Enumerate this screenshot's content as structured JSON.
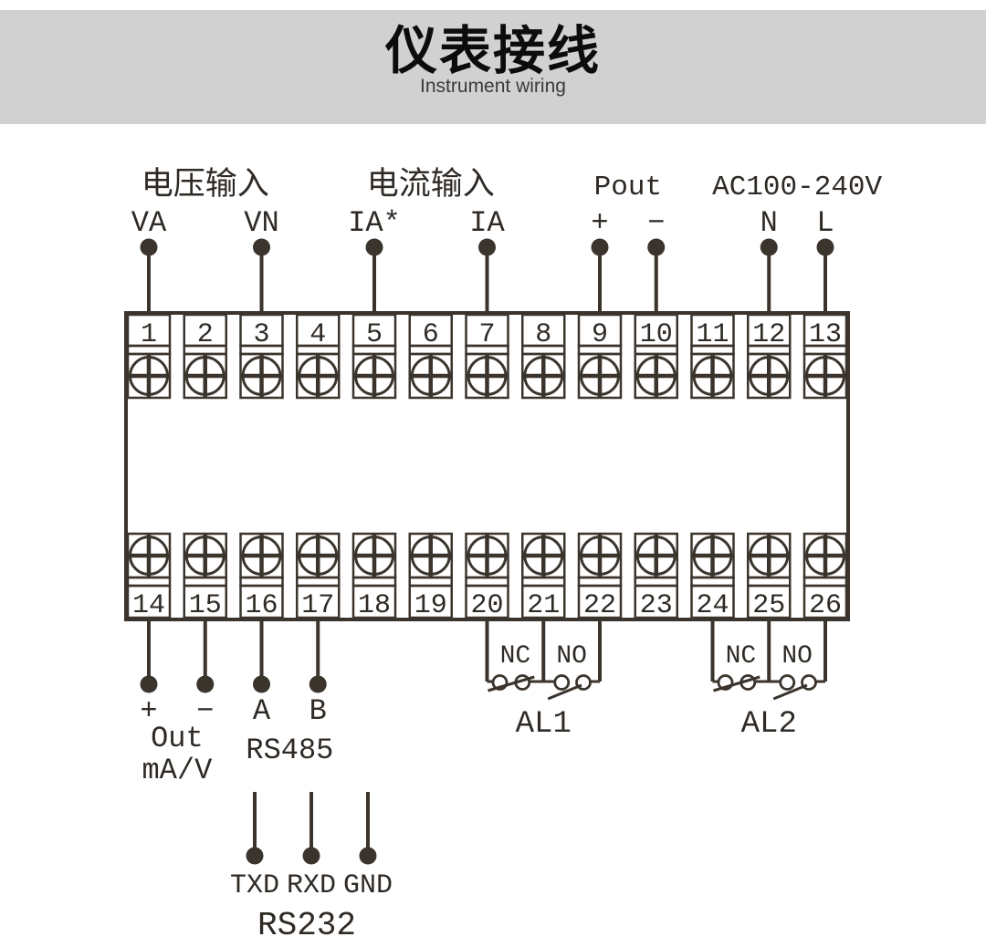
{
  "header": {
    "title": "仪表接线",
    "subtitle": "Instrument wiring"
  },
  "colors": {
    "banner_bg": "#d2d1d2",
    "line": "#3a342d",
    "text": "#2f2a25"
  },
  "terminal_block": {
    "top_row": [
      "1",
      "2",
      "3",
      "4",
      "5",
      "6",
      "7",
      "8",
      "9",
      "10",
      "11",
      "12",
      "13"
    ],
    "bottom_row": [
      "14",
      "15",
      "16",
      "17",
      "18",
      "19",
      "20",
      "21",
      "22",
      "23",
      "24",
      "25",
      "26"
    ]
  },
  "top_connections": [
    {
      "group_label": "电压输入",
      "pins": [
        {
          "label": "VA",
          "terminal": 1
        },
        {
          "label": "VN",
          "terminal": 3
        }
      ]
    },
    {
      "group_label": "电流输入",
      "pins": [
        {
          "label": "IA*",
          "terminal": 5
        },
        {
          "label": "IA",
          "terminal": 7
        }
      ]
    },
    {
      "group_label": "Pout",
      "pins": [
        {
          "label": "+",
          "terminal": 9
        },
        {
          "label": "−",
          "terminal": 10
        }
      ]
    },
    {
      "group_label": "AC100-240V",
      "pins": [
        {
          "label": "N",
          "terminal": 12
        },
        {
          "label": "L",
          "terminal": 13
        }
      ]
    }
  ],
  "bottom_connections": {
    "analog_out": {
      "label_lines": [
        "Out",
        "mA/V"
      ],
      "pins": [
        {
          "label": "+",
          "terminal": 14
        },
        {
          "label": "−",
          "terminal": 15
        }
      ]
    },
    "rs485": {
      "label_lines": [
        "RS485"
      ],
      "pins": [
        {
          "label": "A",
          "terminal": 16
        },
        {
          "label": "B",
          "terminal": 17
        }
      ]
    },
    "alarm1": {
      "label": "AL1",
      "contact_labels": [
        "NC",
        "NO"
      ],
      "terminals": [
        20,
        21,
        22
      ]
    },
    "alarm2": {
      "label": "AL2",
      "contact_labels": [
        "NC",
        "NO"
      ],
      "terminals": [
        24,
        25,
        26
      ]
    },
    "rs232": {
      "label": "RS232",
      "pins": [
        "TXD",
        "RXD",
        "GND"
      ]
    }
  }
}
